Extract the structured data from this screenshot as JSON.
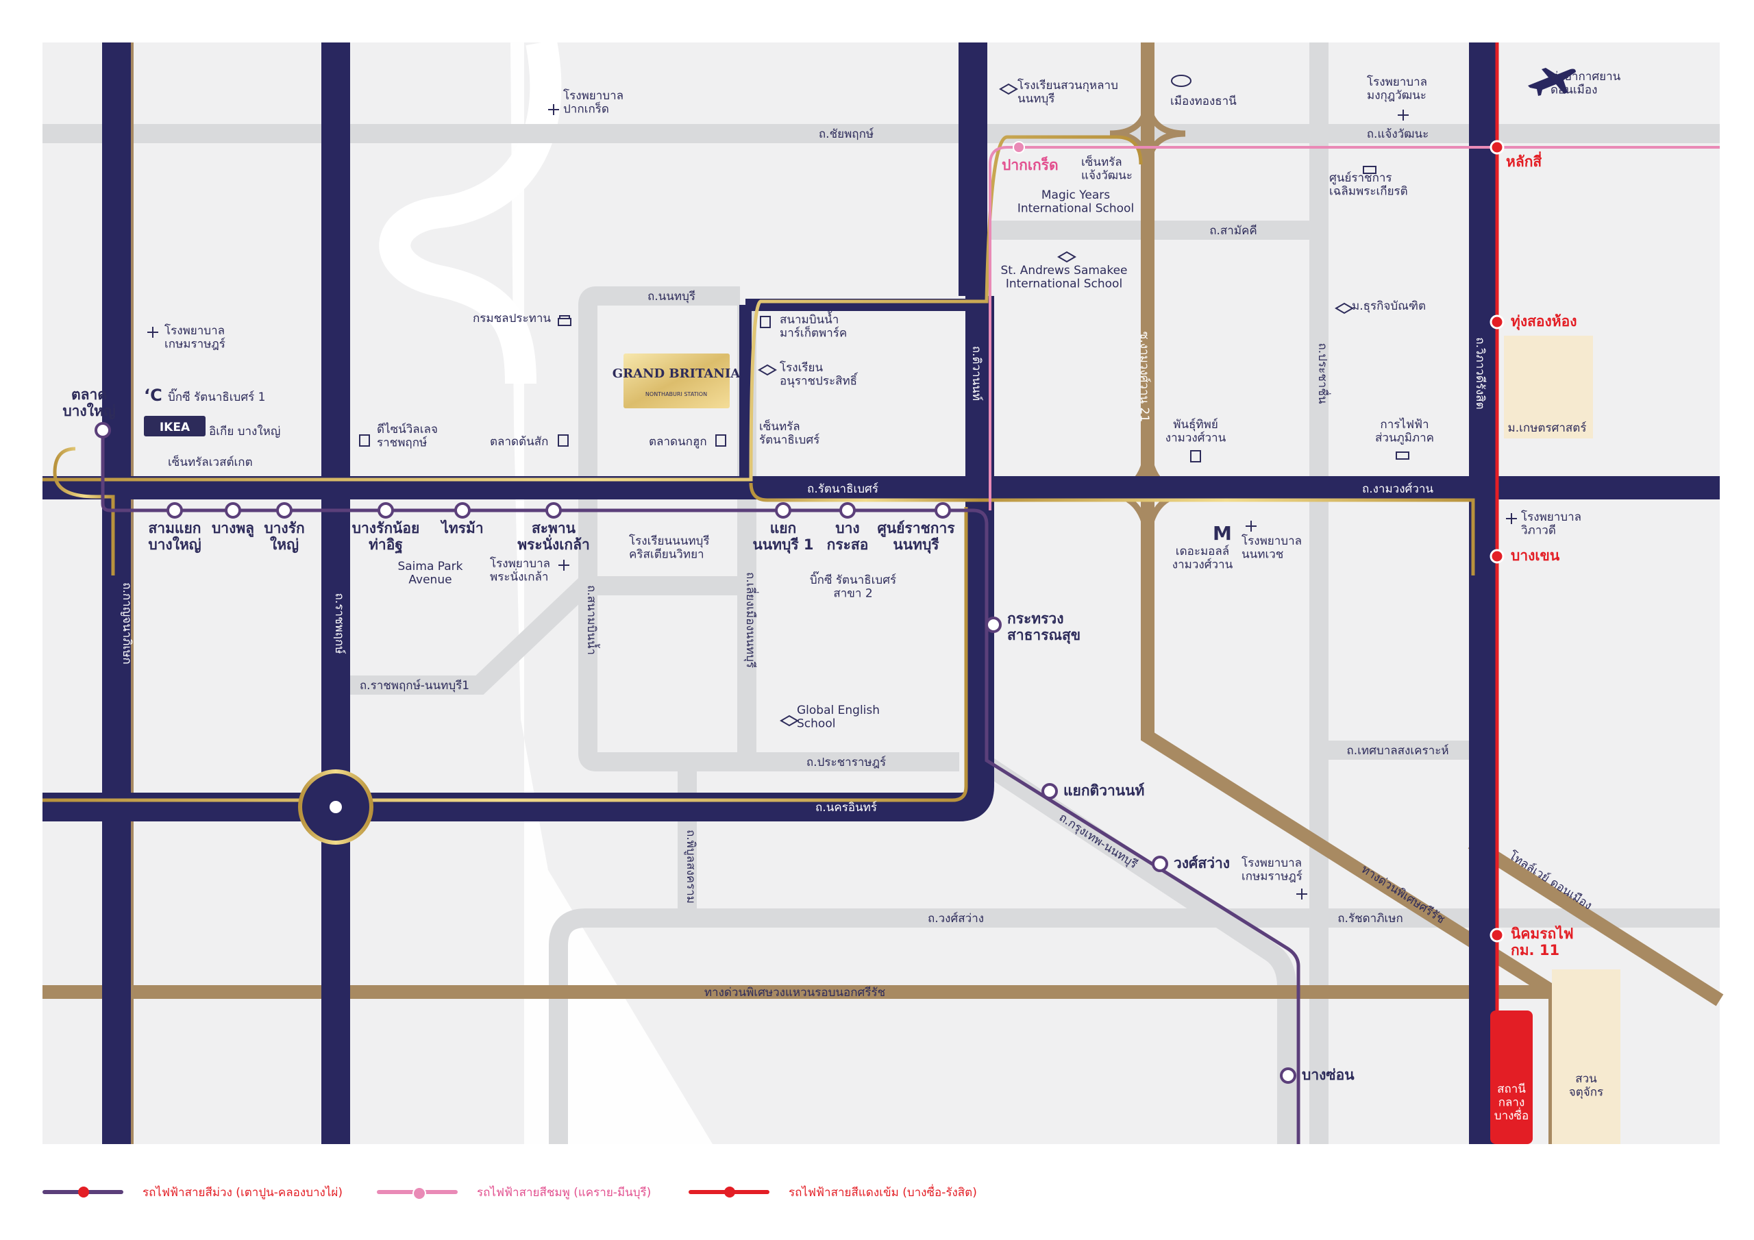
{
  "colors": {
    "background": "#f0f0f1",
    "minor_road": "#d9dadc",
    "major_road": "#29275f",
    "expressway": "#a88a62",
    "gold": "#c9a84a",
    "purple_line": "#5b3f7a",
    "pink_line": "#e98ab6",
    "red_line": "#e31e25",
    "label": "#2d2b5a",
    "red_text": "#e31e25",
    "pink_text": "#e2508f",
    "beige": "#f6ead0"
  },
  "project": {
    "name": "GRAND BRITANIA",
    "sub": "NONTHABURI STATION"
  },
  "roads": {
    "chaiyaphruek": "ถ.ชัยพฤกษ์",
    "chaengwattana": "ถ.แจ้งวัฒนะ",
    "nonthaburi": "ถ.นนทบุรี",
    "samakkhi": "ถ.สามัคคี",
    "tiwanon": "ถ.ติวานนท์",
    "soi21": "ซ.งามวงศ์วาน 21",
    "prachachuen": "ถ.ประชาชื่น",
    "vibhavadi": "ถ.วิภาวดีรังสิต",
    "rattanathibet": "ถ.รัตนาธิเบศร์",
    "ngamwongwan": "ถ.งามวงศ์วาน",
    "kanchanaphisek": "ถ.กาญจนาภิเษก",
    "ratchaphruek": "ถ.ราชพฤกษ์",
    "sanambinnam": "ถ.สนามบินน้ำ",
    "liang_muang": "ถ.เลี่ยงเมืองนนทบุรี",
    "ratchaphruek_nonthaburi1": "ถ.ราชพฤกษ์-นนทบุรี1",
    "pracharat": "ถ.ประชาราษฎร์",
    "nakhon_in": "ถ.นครอินทร์",
    "phibunsongkhram": "ถ.พิบูลสงคราม",
    "krungthep_nonthaburi": "ถ.กรุงเทพ-นนทบุรี",
    "wongsawang": "ถ.วงศ์สว่าง",
    "ratchadaphisek": "ถ.รัชดาภิเษก",
    "thetsaban": "ถ.เทศบาลสงเคราะห์",
    "expressway_sirat": "ทางด่วนพิเศษศรีรัช",
    "tollway": "โทลล์เวย์ ดอนเมือง",
    "outer_ring": "ทางด่วนพิเศษวงแหวนรอบนอกศรีรัช"
  },
  "purple_stations": {
    "talad_bang_yai": "ตลาด\nบางใหญ่",
    "sam_yaek_bang_yai": "สามแยก\nบางใหญ่",
    "bang_phlu": "บางพลู",
    "bang_rak_yai": "บางรัก\nใหญ่",
    "bang_rak_noi": "บางรักน้อย\nท่าอิฐ",
    "sai_ma": "ไทรม้า",
    "phra_nang_klao": "สะพาน\nพระนั่งเกล้า",
    "yaek_nonthaburi1": "แยก\nนนทบุรี 1",
    "bang_krasor": "บาง\nกระสอ",
    "government_center": "ศูนย์ราชการ\nนนทบุรี",
    "ministry_health": "กระทรวง\nสาธารณสุข",
    "yaek_tiwanon": "แยกติวานนท์",
    "wong_sawang": "วงศ์สว่าง",
    "bang_son": "บางซ่อน"
  },
  "pink_stations": {
    "pak_kret": "ปากเกร็ด"
  },
  "red_stations": {
    "lak_si": "หลักสี่",
    "thung_song_hong": "ทุ่งสองห้อง",
    "bang_khen": "บางเขน",
    "nikhom_rotfai": "นิคมรถไฟ\nกม. 11",
    "bang_sue": "สถานี\nกลาง\nบางซื่อ"
  },
  "places": {
    "hosp_pak_kret": "โรงพยาบาล\nปากเกร็ด",
    "school_suan_kularb": "โรงเรียนสวนกุหลาบ\nนนทบุรี",
    "muang_thong": "เมืองทองธานี",
    "hosp_mongkut": "โรงพยาบาล\nมงกุฎวัฒนะ",
    "don_mueang": "ท่าอากาศยาน\nดอนเมือง",
    "central_chaeng": "เซ็นทรัล\nแจ้งวัฒนะ",
    "gov_complex": "ศูนย์ราชการ\nเฉลิมพระเกียรติ",
    "magic_years": "Magic Years\nInternational School",
    "st_andrews": "St. Andrews Samakee\nInternational School",
    "dhurakij": "ม.ธุรกิจบัณฑิต",
    "irrigation": "กรมชลประทาน",
    "sanambinnam_market": "สนามบินน้ำ\nมาร์เก็ตพาร์ค",
    "anuban_school": "โรงเรียน\nอนุราชประสิทธิ์",
    "central_rattana": "เซ็นทรัล\nรัตนาธิเบศร์",
    "talad_nonghu": "ตลาดนกฮูก",
    "talad_ton_sak": "ตลาดต้นสัก",
    "deezign": "ดีไซน์วิลเลจ\nราชพฤกษ์",
    "hosp_kasem_bangyai": "โรงพยาบาล\nเกษมราษฎร์",
    "bigc1": "บิ๊กซี รัตนาธิเบศร์ 1",
    "ikea": "อิเกีย บางใหญ่",
    "ikea_logo": "IKEA",
    "central_west": "เซ็นทรัลเวสต์เกต",
    "saima_park": "Saima Park\nAvenue",
    "hosp_phranang": "โรงพยาบาล\nพระนั่งเกล้า",
    "christian_school": "โรงเรียนนนทบุรี\nคริสเตียนวิทยา",
    "bigc2": "บิ๊กซี รัตนาธิเบศร์\nสาขา 2",
    "global_english": "Global English\nSchool",
    "phan_phruek": "พันธุ์ทิพย์\nงามวงศ์วาน",
    "pea": "การไฟฟ้า\nส่วนภูมิภาค",
    "kaset_uni": "ม.เกษตรศาสตร์",
    "hosp_vibhavadi": "โรงพยาบาล\nวิภาวดี",
    "the_mall": "เดอะมอลล์\nงามวงศ์วาน",
    "hosp_nonthavej": "โรงพยาบาล\nนนทเวช",
    "hosp_kasem_prachachuen": "โรงพยาบาล\nเกษมราษฎร์",
    "chatuchak": "สวน\nจตุจักร"
  },
  "legend": {
    "purple": "รถไฟฟ้าสายสีม่วง (เตาปูน-คลองบางไผ่)",
    "pink": "รถไฟฟ้าสายสีชมพู (แคราย-มีนบุรี)",
    "red": "รถไฟฟ้าสายสีแดงเข้ม (บางซื่อ-รังสิต)"
  }
}
